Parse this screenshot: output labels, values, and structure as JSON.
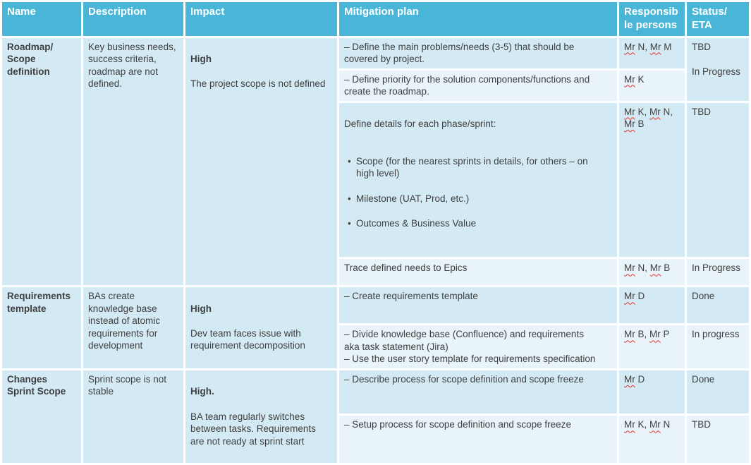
{
  "colors": {
    "header_bg": "#49b6d8",
    "row_dark": "#d3eaf5",
    "row_light": "#e8f3fa",
    "text_dark": "#3f3f3f",
    "header_text": "#ffffff",
    "squiggle_red": "#e8312a"
  },
  "columns": [
    {
      "label": "Name"
    },
    {
      "label": "Description"
    },
    {
      "label": "Impact"
    },
    {
      "label": "Mitigation plan"
    },
    {
      "label": "Responsib\nle persons"
    },
    {
      "label": "Status/\nETA"
    }
  ],
  "groups": [
    {
      "name": "Roadmap/\nScope\ndefinition",
      "description": "Key business needs,\nsuccess criteria,\nroadmap are not\ndefined.",
      "impact_level": "High",
      "impact_text": "The project scope is not defined",
      "rows": [
        {
          "mitigation": "– Define the main problems/needs (3-5) that should be\ncovered by project.",
          "responsible": "Mr N, Mr M",
          "status": "TBD\n\nIn Progress"
        },
        {
          "mitigation": "– Define priority for the solution components/functions and\ncreate the roadmap.",
          "responsible": "Mr K"
        },
        {
          "mitigation_intro": "Define details for each phase/sprint:",
          "mitigation_bullets": [
            "Scope (for the nearest sprints in details, for others – on\nhigh level)",
            "Milestone (UAT, Prod, etc.)",
            "Outcomes & Business Value"
          ],
          "responsible": "Mr K, Mr N,\nMr B",
          "status": "TBD"
        },
        {
          "mitigation": "Trace defined needs to Epics",
          "responsible": "Mr N, Mr B",
          "status": "In Progress"
        }
      ]
    },
    {
      "name": "Requirements\ntemplate",
      "description": "BAs create\nknowledge base\ninstead of atomic\nrequirements for\ndevelopment",
      "impact_level": "High",
      "impact_text": "Dev team faces issue with\nrequirement decomposition",
      "rows": [
        {
          "mitigation": "– Create requirements template",
          "responsible": "Mr D",
          "status": "Done"
        },
        {
          "mitigation": "– Divide knowledge base (Confluence) and requirements\naka task statement (Jira)\n– Use the user story template for requirements specification",
          "responsible": "Mr B, Mr P",
          "status": "In progress"
        }
      ]
    },
    {
      "name": "Changes\nSprint Scope",
      "description": "Sprint scope is not\nstable",
      "impact_level": "High.",
      "impact_text": "BA team regularly switches\nbetween tasks. Requirements\nare not ready at sprint start",
      "rows": [
        {
          "mitigation": "– Describe process for scope definition and scope freeze",
          "responsible": "Mr D",
          "status": "Done"
        },
        {
          "mitigation": "– Setup process for scope definition and scope freeze",
          "responsible": "Mr K, Mr N",
          "status": "TBD"
        }
      ]
    }
  ]
}
